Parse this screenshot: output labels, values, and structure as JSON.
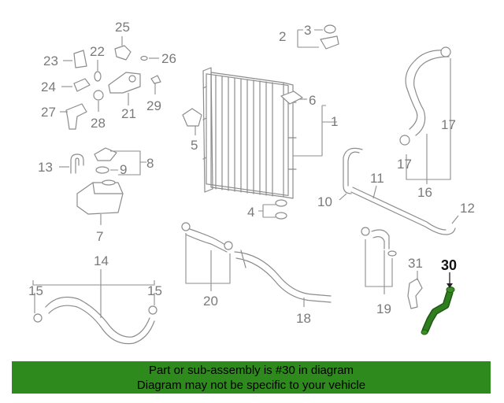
{
  "callouts": {
    "c1": "1",
    "c2": "2",
    "c3": "3",
    "c4": "4",
    "c5": "5",
    "c6": "6",
    "c7": "7",
    "c8": "8",
    "c9": "9",
    "c10": "10",
    "c11": "11",
    "c12": "12",
    "c13": "13",
    "c14": "14",
    "c15": "15",
    "c16": "16",
    "c17": "17",
    "c18": "18",
    "c19": "19",
    "c20": "20",
    "c21": "21",
    "c22": "22",
    "c23": "23",
    "c24": "24",
    "c25": "25",
    "c26": "26",
    "c27": "27",
    "c28": "28",
    "c29": "29",
    "c30": "30",
    "c31": "31"
  },
  "highlight": {
    "part_number": "30",
    "color": "#2f7d1e"
  },
  "banner": {
    "line1": "Part or sub-assembly is #30 in diagram",
    "line2": "Diagram may not be specific to your vehicle",
    "background": "#2f8a1d"
  }
}
